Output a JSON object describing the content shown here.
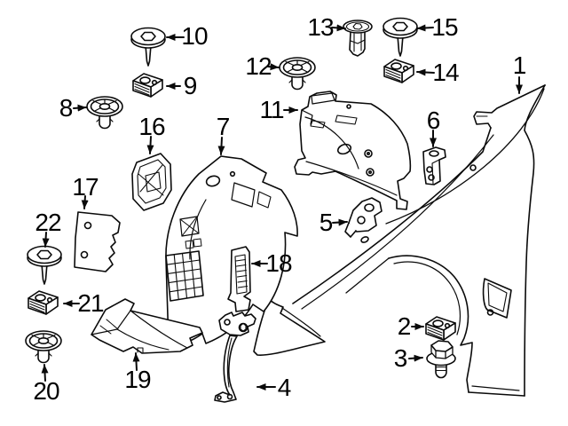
{
  "diagram": {
    "background_color": "#ffffff",
    "line_color": "#0a0a0a",
    "callouts": [
      "1",
      "2",
      "3",
      "4",
      "5",
      "6",
      "7",
      "8",
      "9",
      "10",
      "11",
      "12",
      "13",
      "14",
      "15",
      "16",
      "17",
      "18",
      "19",
      "20",
      "21",
      "22"
    ]
  }
}
